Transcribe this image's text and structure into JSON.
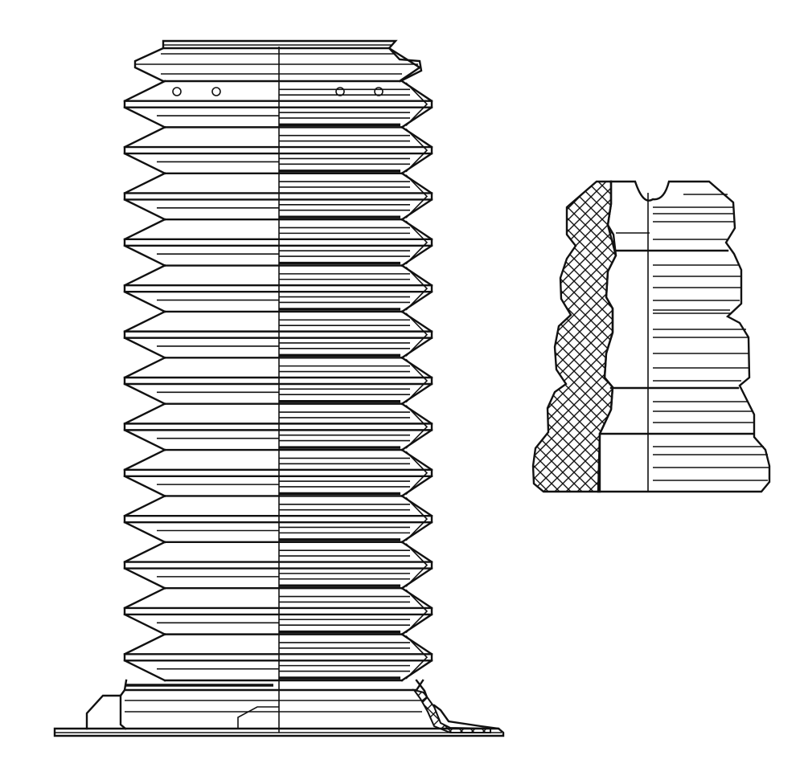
{
  "drawing": {
    "components": [
      {
        "name": "protective-bellows-dust-boot",
        "convolutions": 13,
        "vent_holes_visible": 4,
        "view": "half-section"
      },
      {
        "name": "bump-stop-buffer",
        "convolutions": 3,
        "view": "half-section"
      }
    ],
    "colors": {
      "line": "#111111",
      "background": "#ffffff"
    }
  }
}
